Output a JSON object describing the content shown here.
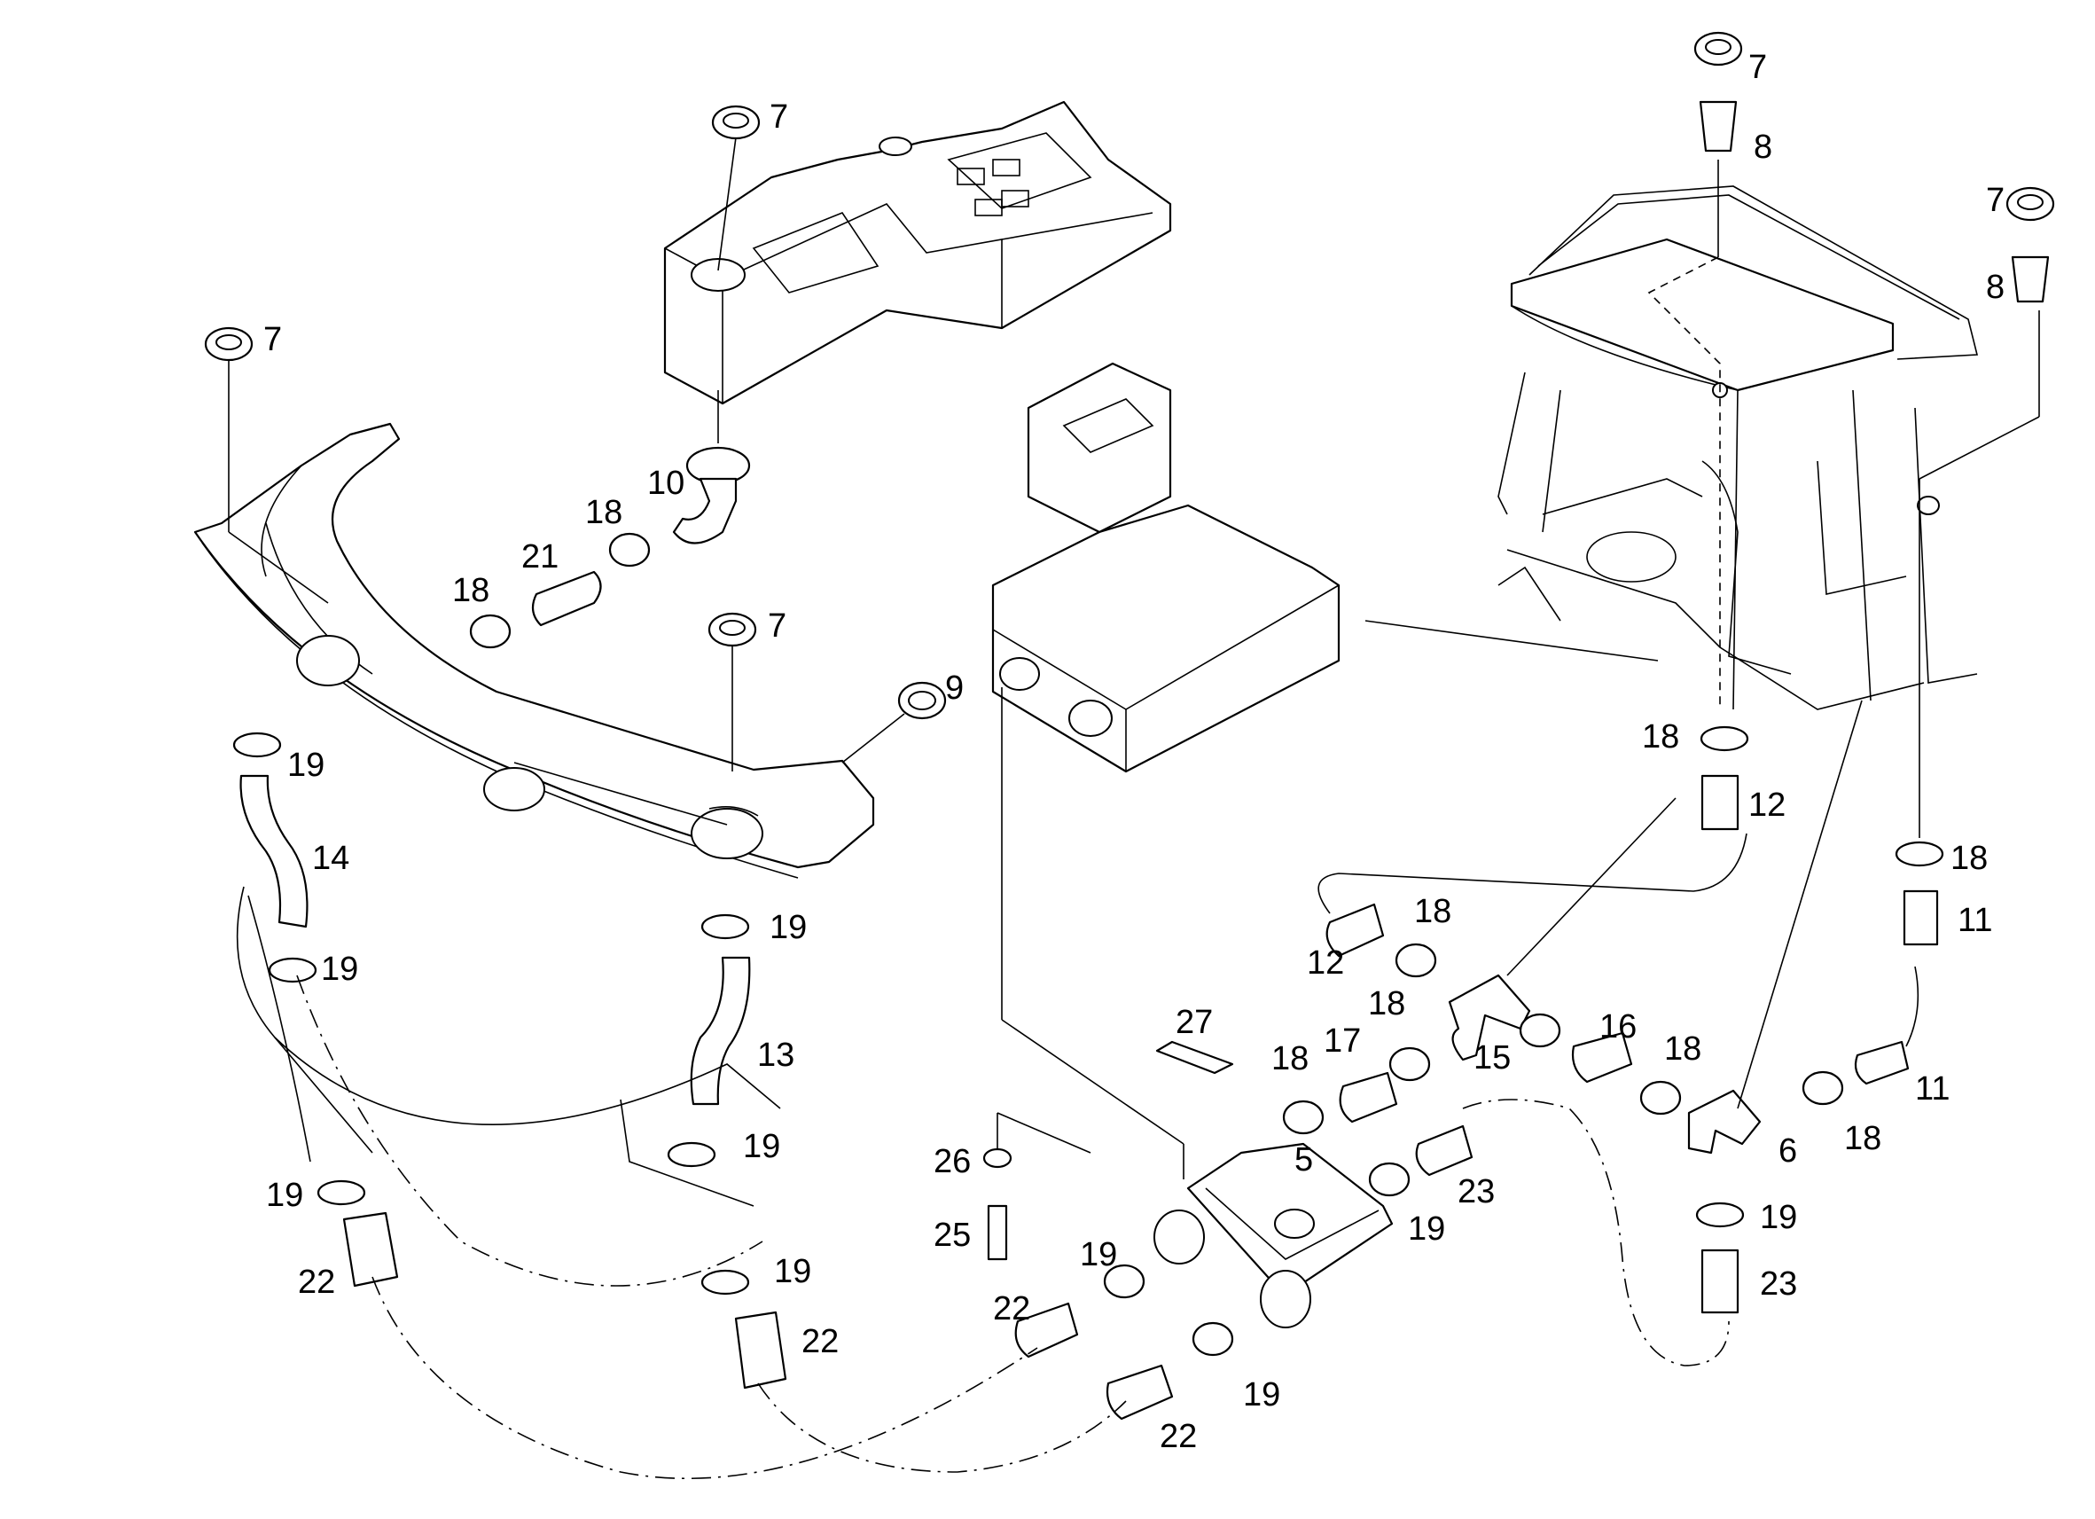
{
  "diagram": {
    "callouts": [
      {
        "id": "c7a",
        "text": "7"
      },
      {
        "id": "c7b",
        "text": "7"
      },
      {
        "id": "c7c",
        "text": "7"
      },
      {
        "id": "c7d",
        "text": "7"
      },
      {
        "id": "c7e",
        "text": "7"
      },
      {
        "id": "c8a",
        "text": "8"
      },
      {
        "id": "c8b",
        "text": "8"
      },
      {
        "id": "c10",
        "text": "10"
      },
      {
        "id": "c18a",
        "text": "18"
      },
      {
        "id": "c21",
        "text": "21"
      },
      {
        "id": "c18b",
        "text": "18"
      },
      {
        "id": "c9",
        "text": "9"
      },
      {
        "id": "c19a",
        "text": "19"
      },
      {
        "id": "c14",
        "text": "14"
      },
      {
        "id": "c19b",
        "text": "19"
      },
      {
        "id": "c19c",
        "text": "19"
      },
      {
        "id": "c13",
        "text": "13"
      },
      {
        "id": "c19d",
        "text": "19"
      },
      {
        "id": "c19e",
        "text": "19"
      },
      {
        "id": "c22a",
        "text": "22"
      },
      {
        "id": "c19f",
        "text": "19"
      },
      {
        "id": "c22b",
        "text": "22"
      },
      {
        "id": "c22c",
        "text": "22"
      },
      {
        "id": "c22d",
        "text": "22"
      },
      {
        "id": "c26",
        "text": "26"
      },
      {
        "id": "c25",
        "text": "25"
      },
      {
        "id": "c27",
        "text": "27"
      },
      {
        "id": "c19g",
        "text": "19"
      },
      {
        "id": "c19h",
        "text": "19"
      },
      {
        "id": "c5",
        "text": "5"
      },
      {
        "id": "c19i",
        "text": "19"
      },
      {
        "id": "c18c",
        "text": "18"
      },
      {
        "id": "c17",
        "text": "17"
      },
      {
        "id": "c18d",
        "text": "18"
      },
      {
        "id": "c23a",
        "text": "23"
      },
      {
        "id": "c12a",
        "text": "12"
      },
      {
        "id": "c18e",
        "text": "18"
      },
      {
        "id": "c15",
        "text": "15"
      },
      {
        "id": "c16",
        "text": "16"
      },
      {
        "id": "c18f",
        "text": "18"
      },
      {
        "id": "c18g",
        "text": "18"
      },
      {
        "id": "c12b",
        "text": "12"
      },
      {
        "id": "c6",
        "text": "6"
      },
      {
        "id": "c18h",
        "text": "18"
      },
      {
        "id": "c11a",
        "text": "11"
      },
      {
        "id": "c11b",
        "text": "11"
      },
      {
        "id": "c18i",
        "text": "18"
      },
      {
        "id": "c19j",
        "text": "19"
      },
      {
        "id": "c23b",
        "text": "23"
      }
    ]
  }
}
